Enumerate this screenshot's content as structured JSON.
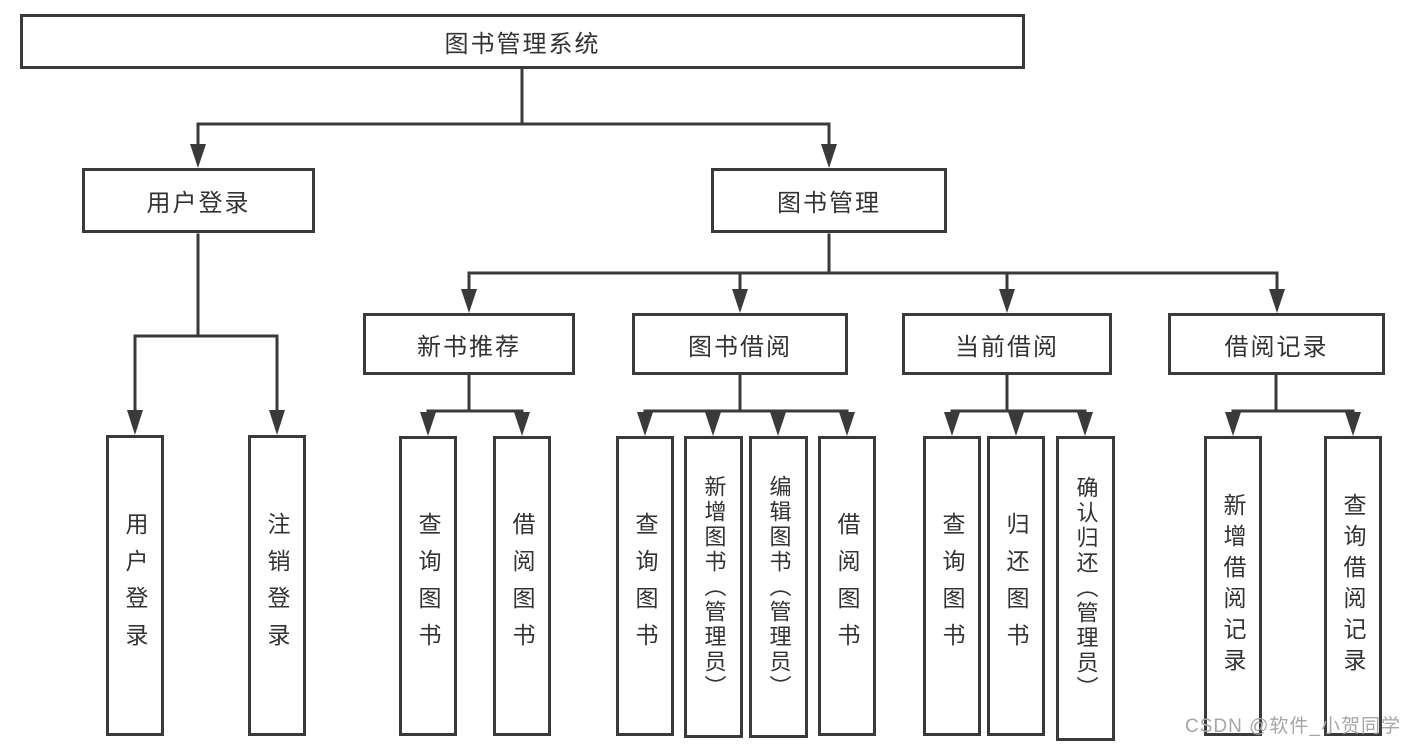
{
  "diagram_title": "图书管理系统",
  "nodes": {
    "root": "图书管理系统",
    "user_login": "用户登录",
    "book_mgmt": "图书管理",
    "new_book_rec": "新书推荐",
    "book_borrow": "图书借阅",
    "current_borrow": "当前借阅",
    "borrow_records": "借阅记录",
    "ul_user_login": "用户登录",
    "ul_logout": "注销登录",
    "nr_query_book": "查询图书",
    "nr_borrow_book": "借阅图书",
    "bb_query_book": "查询图书",
    "bb_add_book": "新增图书（管理员）",
    "bb_edit_book": "编辑图书（管理员）",
    "bb_borrow_book": "借阅图书",
    "cb_query_book": "查询图书",
    "cb_return_book": "归还图书",
    "cb_confirm_return": "确认归还（管理员）",
    "br_add_record": "新增借阅记录",
    "br_query_record": "查询借阅记录"
  },
  "edges": [
    [
      "root",
      "user_login"
    ],
    [
      "root",
      "book_mgmt"
    ],
    [
      "user_login",
      "ul_user_login"
    ],
    [
      "user_login",
      "ul_logout"
    ],
    [
      "book_mgmt",
      "new_book_rec"
    ],
    [
      "book_mgmt",
      "book_borrow"
    ],
    [
      "book_mgmt",
      "current_borrow"
    ],
    [
      "book_mgmt",
      "borrow_records"
    ],
    [
      "new_book_rec",
      "nr_query_book"
    ],
    [
      "new_book_rec",
      "nr_borrow_book"
    ],
    [
      "book_borrow",
      "bb_query_book"
    ],
    [
      "book_borrow",
      "bb_add_book"
    ],
    [
      "book_borrow",
      "bb_edit_book"
    ],
    [
      "book_borrow",
      "bb_borrow_book"
    ],
    [
      "current_borrow",
      "cb_query_book"
    ],
    [
      "current_borrow",
      "cb_return_book"
    ],
    [
      "current_borrow",
      "cb_confirm_return"
    ],
    [
      "borrow_records",
      "br_add_record"
    ],
    [
      "borrow_records",
      "br_query_record"
    ]
  ],
  "watermark": "CSDN @软件_小贺同学",
  "colors": {
    "line": "#3a3a3a",
    "box_border": "#3a3a3a",
    "text": "#333333",
    "background": "#ffffff",
    "watermark": "#a6a6a6"
  }
}
